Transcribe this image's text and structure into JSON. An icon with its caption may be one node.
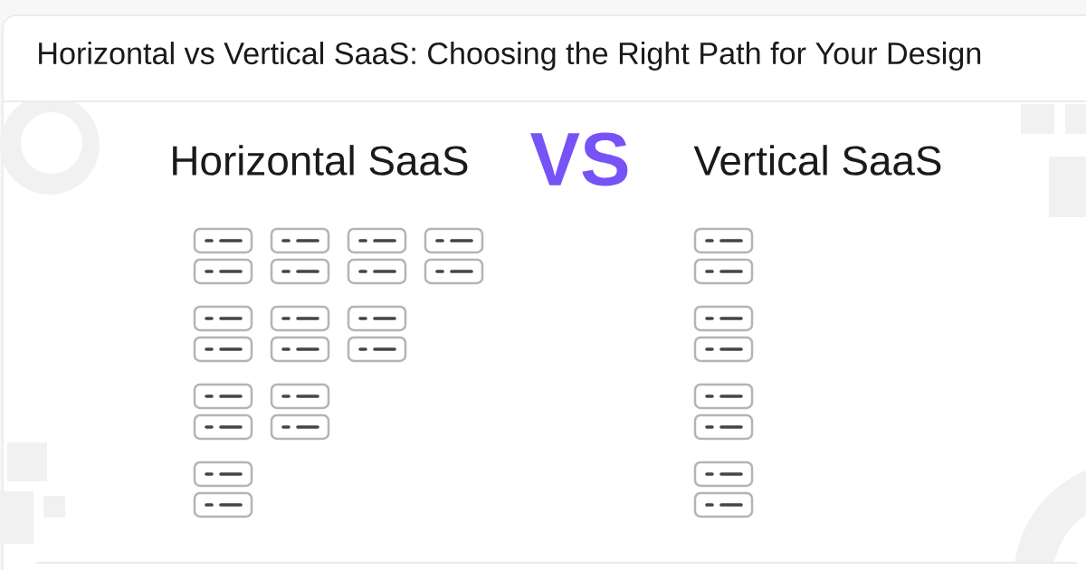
{
  "diagram": {
    "title": "Horizontal vs Vertical SaaS: Choosing the Right Path for Your Design",
    "labels": [
      "Horizontal SaaS",
      "VS",
      "Vertical SaaS"
    ]
  }
}
